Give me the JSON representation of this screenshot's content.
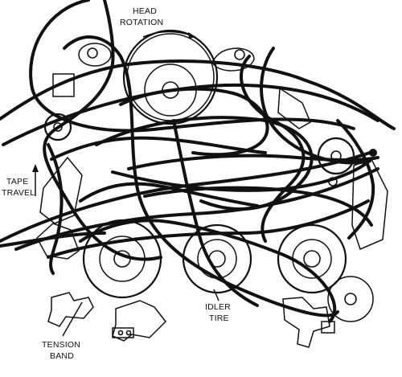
{
  "labels": {
    "head_rotation_line1": "HEAD",
    "head_rotation_line2": "ROTATION",
    "tape_travel_line1": "TAPE",
    "tape_travel_line2": "TRAVEL",
    "idler_tire_line1": "IDLER",
    "idler_tire_line2": "TIRE",
    "tension_band_line1": "TENSION",
    "tension_band_line2": "BAND"
  },
  "colors": {
    "ink": "#111111",
    "paper": "#ffffff"
  }
}
